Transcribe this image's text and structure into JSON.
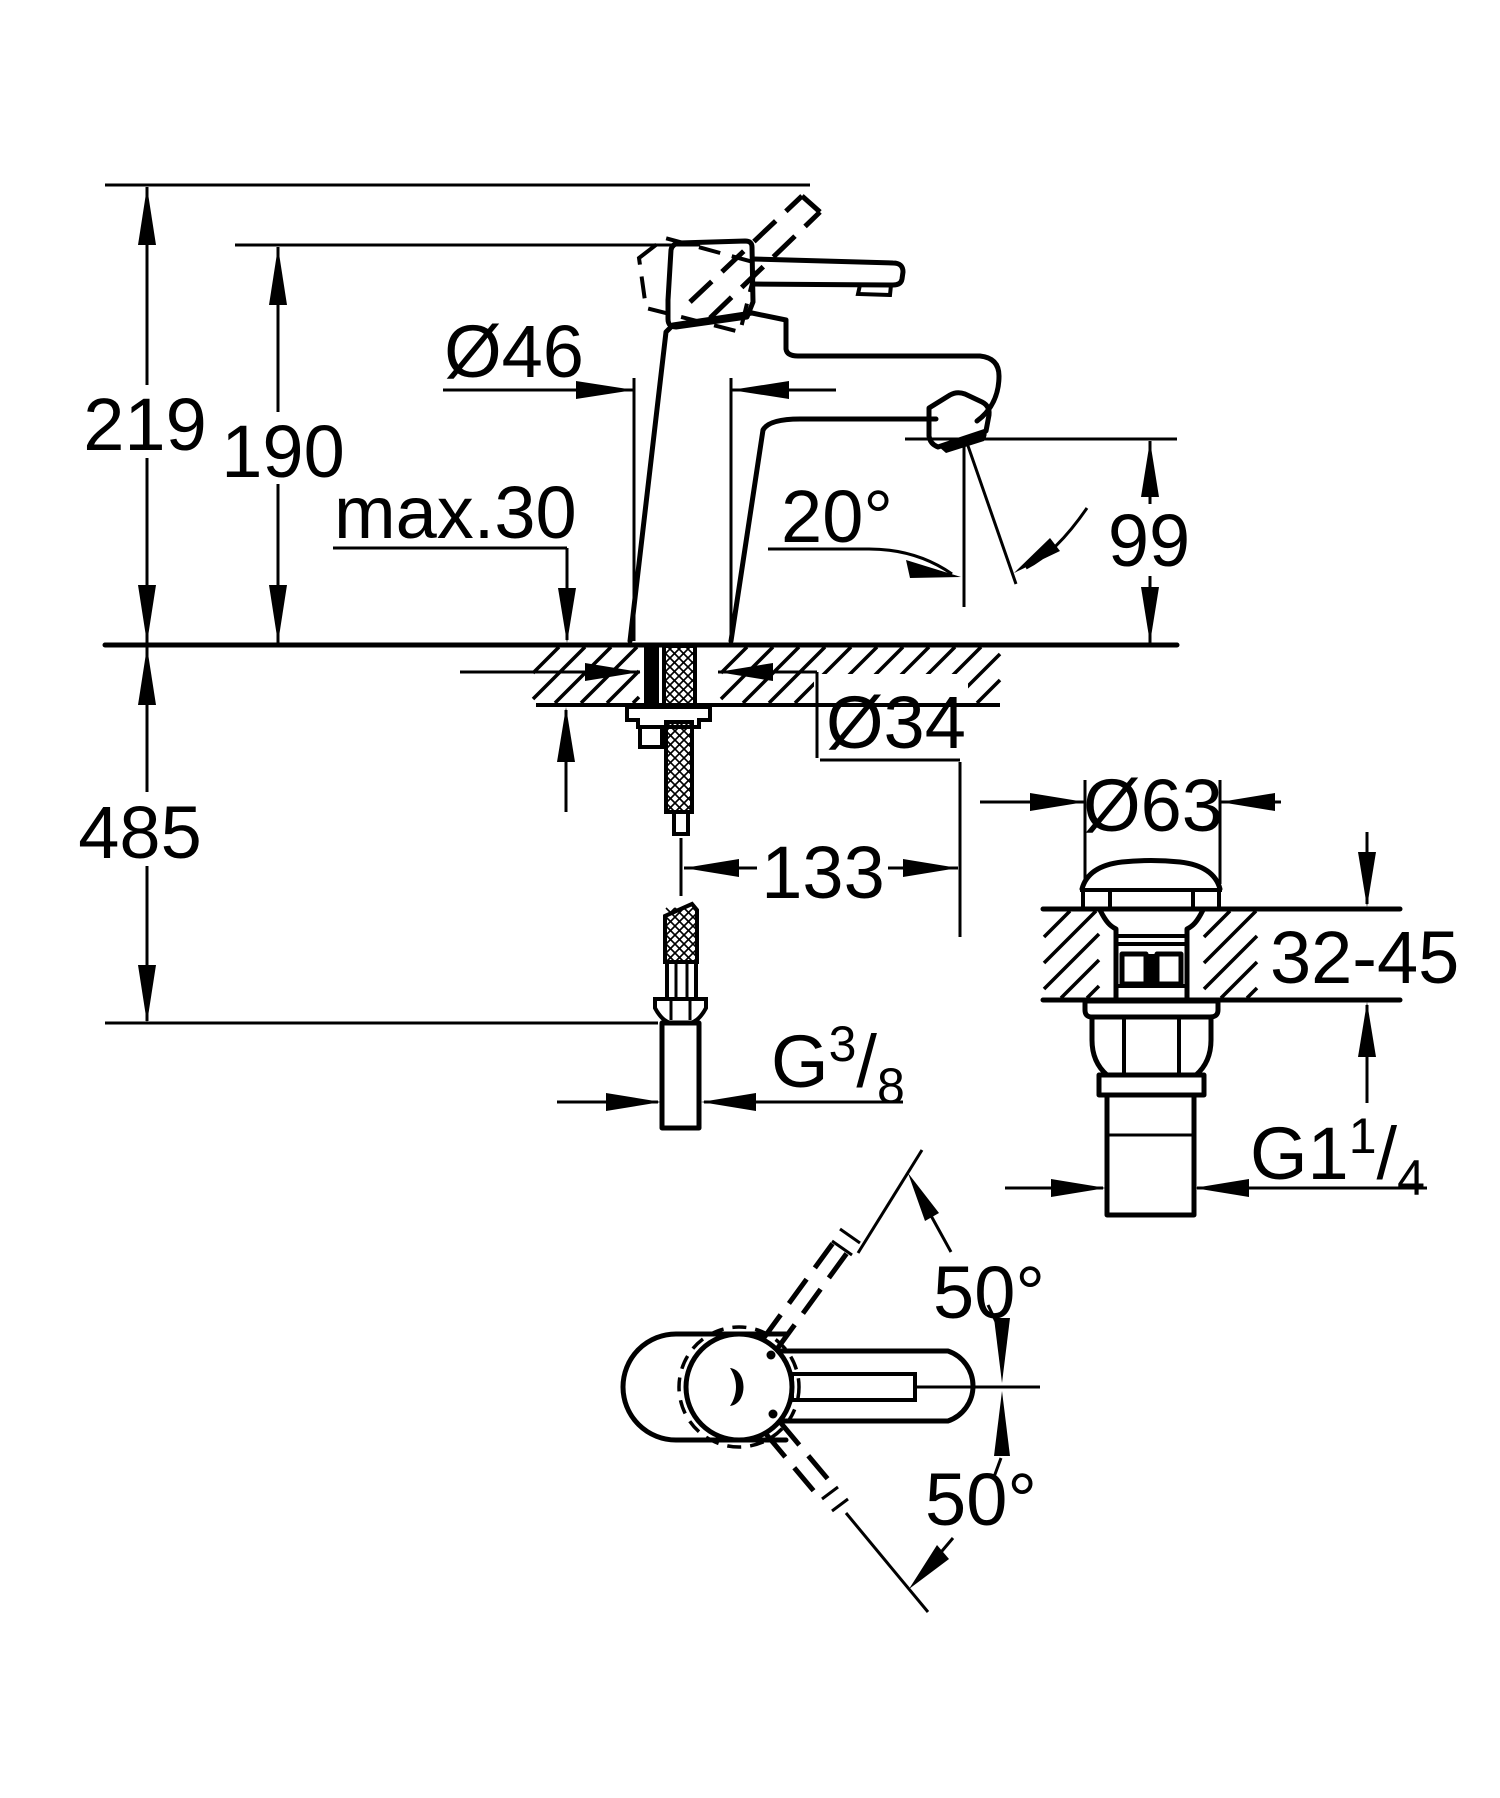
{
  "drawing": {
    "type": "technical-dimension-diagram",
    "subject": "single-lever basin mixer faucet with pop-up waste",
    "views": [
      "side-elevation",
      "drain-cross-section",
      "plan-handle-swing"
    ],
    "colors": {
      "line": "#000000",
      "background": "#ffffff"
    }
  },
  "labels": {
    "height_overall": "219",
    "height_body": "190",
    "depth_below": "485",
    "body_diameter": "Ø46",
    "max_deck_thickness": "max.30",
    "spray_angle": "20°",
    "spout_height": "99",
    "hole_diameter": "Ø34",
    "spout_reach": "133",
    "drain_cap_diameter": "Ø63",
    "drain_deck_range": "32-45",
    "supply_thread": {
      "base": "G",
      "sup": "3",
      "slash": "/",
      "sub": "8"
    },
    "drain_thread": {
      "base": "G1",
      "sup": "1",
      "slash": "/",
      "sub": "4"
    },
    "handle_swing_up": "50°",
    "handle_swing_down": "50°"
  }
}
